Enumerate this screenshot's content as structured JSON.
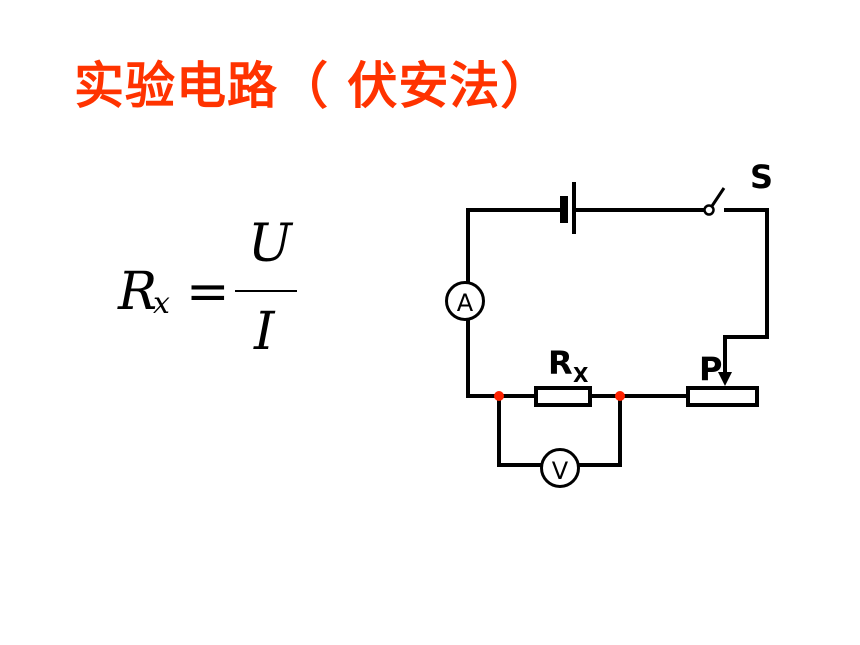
{
  "title": {
    "text": "实验电路（ 伏安法）",
    "color": "#ff3300"
  },
  "formula": {
    "lhs": "R",
    "lhs_subscript": "x",
    "equals": "=",
    "numerator": "U",
    "denominator": "I"
  },
  "circuit": {
    "switch_label": "S",
    "resistor_label": "R",
    "resistor_subscript": "X",
    "rheostat_label": "P",
    "ammeter_symbol": "A",
    "voltmeter_symbol": "V",
    "node_color": "#ff2200",
    "wire_color": "#000000"
  }
}
